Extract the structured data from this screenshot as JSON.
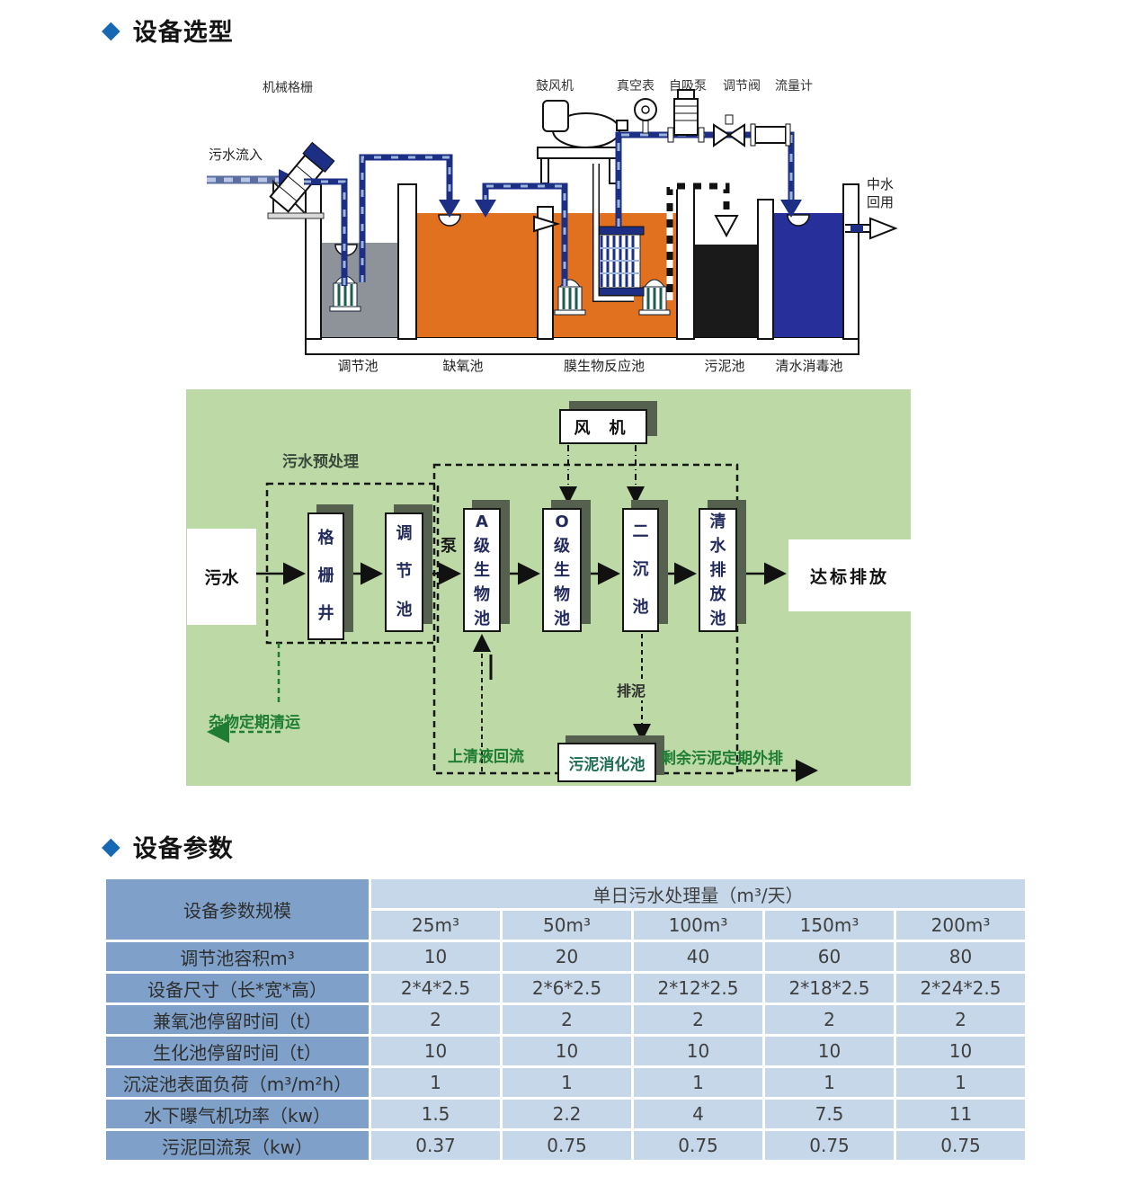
{
  "sections": {
    "selection_title": "设备选型",
    "parameters_title": "设备参数"
  },
  "colors": {
    "accent_diamond": "#1668b3",
    "flowchart_bg": "#bcd9a6",
    "table_header_col": "#7fa1c9",
    "table_cell": "#c5d7e9",
    "tank_regulation": "#8e9399",
    "tank_anoxic": "#e1711f",
    "tank_sludge": "#1a1a1a",
    "tank_clean": "#262f9a",
    "pipe_navy": "#1c2f85",
    "green_label": "#1e7d33"
  },
  "diagram1": {
    "labels": {
      "mechanical_screen": "机械格栅",
      "inflow": "污水流入",
      "blower": "鼓风机",
      "vacuum_gauge": "真空表",
      "self_priming_pump": "自吸泵",
      "regulating_valve": "调节阀",
      "flow_meter": "流量计",
      "reuse_line1": "中水",
      "reuse_line2": "回用"
    },
    "tanks": [
      "调节池",
      "缺氧池",
      "膜生物反应池",
      "污泥池",
      "清水消毒池"
    ]
  },
  "flowchart": {
    "fan_label": "风 机",
    "pretreat_label": "污水预处理",
    "input_label": "污水",
    "pump_label": "泵",
    "boxes": [
      "格栅井",
      "调节池",
      "A级生物池",
      "O级生物池",
      "二沉池",
      "清水排放池"
    ],
    "output_label": "达标排放",
    "debris_label": "杂物定期清运",
    "supernatant_label": "上清液回流",
    "sludge_discharge_label": "排泥",
    "digester_label": "污泥消化池",
    "excess_sludge_label": "剩余污泥定期外排"
  },
  "table": {
    "corner": "设备参数规模",
    "span_header": "单日污水处理量（m³/天）",
    "col_headers": [
      "25m³",
      "50m³",
      "100m³",
      "150m³",
      "200m³"
    ],
    "rows": [
      {
        "label": "调节池容积m³",
        "values": [
          "10",
          "20",
          "40",
          "60",
          "80"
        ]
      },
      {
        "label": "设备尺寸（长*宽*高）",
        "values": [
          "2*4*2.5",
          "2*6*2.5",
          "2*12*2.5",
          "2*18*2.5",
          "2*24*2.5"
        ]
      },
      {
        "label": "兼氧池停留时间（t）",
        "values": [
          "2",
          "2",
          "2",
          "2",
          "2"
        ]
      },
      {
        "label": "生化池停留时间（t）",
        "values": [
          "10",
          "10",
          "10",
          "10",
          "10"
        ]
      },
      {
        "label": "沉淀池表面负荷（m³/m²h）",
        "values": [
          "1",
          "1",
          "1",
          "1",
          "1"
        ]
      },
      {
        "label": "水下曝气机功率（kw）",
        "values": [
          "1.5",
          "2.2",
          "4",
          "7.5",
          "11"
        ]
      },
      {
        "label": "污泥回流泵（kw）",
        "values": [
          "0.37",
          "0.75",
          "0.75",
          "0.75",
          "0.75"
        ]
      }
    ]
  }
}
